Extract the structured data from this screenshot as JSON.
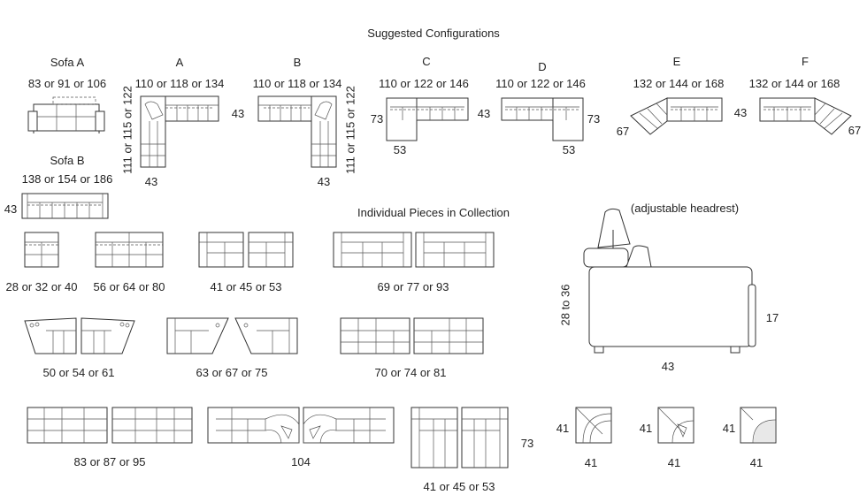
{
  "title": "Suggested Configurations",
  "section2_title": "Individual Pieces in Collection",
  "configs": {
    "sofa_a": {
      "label": "Sofa A",
      "dim": "83 or 91 or 106"
    },
    "a": {
      "label": "A",
      "width": "110 or 118 or 134",
      "depth": "43",
      "side": "111 or 115 or 122",
      "bottom": "43"
    },
    "b": {
      "label": "B",
      "width": "110 or 118 or 134",
      "side": "111 or 115 or 122",
      "bottom": "43"
    },
    "c": {
      "label": "C",
      "width": "110 or 122 or 146",
      "left": "73",
      "right": "43",
      "bottom": "53"
    },
    "d": {
      "label": "D",
      "width": "110 or 122 or 146",
      "right": "73",
      "bottom": "53"
    },
    "e": {
      "label": "E",
      "width": "132 or 144 or 168",
      "left": "67",
      "right": "43"
    },
    "f": {
      "label": "F",
      "width": "132 or 144 or 168",
      "right": "67"
    },
    "sofa_b": {
      "label": "Sofa B",
      "dim": "138 or 154 or 186",
      "depth": "43"
    }
  },
  "pieces": {
    "p1": "28 or 32 or 40",
    "p2": "56 or 64 or 80",
    "p3": "41 or 45 or 53",
    "p4": "69 or 77 or 93",
    "p5": "50 or 54 or 61",
    "p6": "63 or 67 or 75",
    "p7": "70 or 74 or 81",
    "p8": "83 or 87 or 95",
    "p9": "104",
    "p10": "41 or 45 or 53",
    "p10_depth": "73",
    "w1_side": "41",
    "w1_bottom": "41",
    "w2_side": "41",
    "w2_bottom": "41",
    "w3_side": "41",
    "w3_bottom": "41"
  },
  "side_view": {
    "headrest_note": "(adjustable headrest)",
    "height": "28 to 36",
    "seat": "17",
    "depth": "43"
  }
}
